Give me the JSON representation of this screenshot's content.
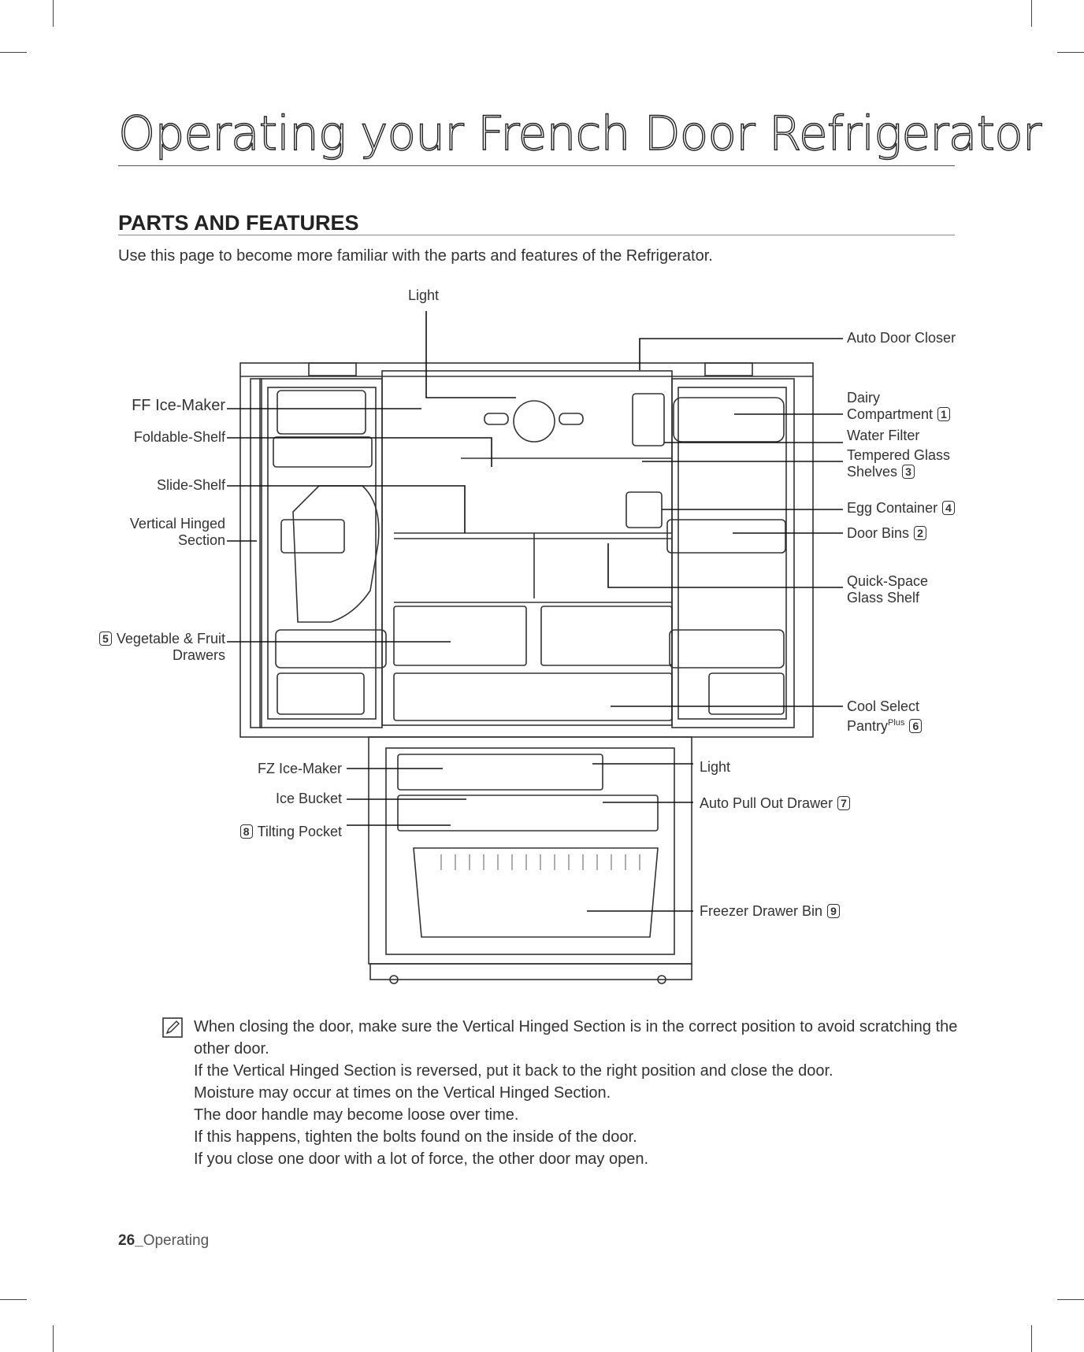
{
  "page": {
    "title": "Operating your French Door Refrigerator",
    "section_heading": "PARTS AND FEATURES",
    "intro": "Use this page to become more familiar with the parts and features of the Refrigerator.",
    "footer_page_number": "26_",
    "footer_section": "Operating"
  },
  "labels": {
    "light_top": "Light",
    "auto_door_closer": "Auto Door Closer",
    "ff_ice_maker": "FF Ice-Maker",
    "foldable_shelf": "Foldable-Shelf",
    "slide_shelf": "Slide-Shelf",
    "vertical_hinged_line1": "Vertical Hinged",
    "vertical_hinged_line2": "Section",
    "veg_fruit_line1": "Vegetable & Fruit",
    "veg_fruit_line2": "Drawers",
    "veg_fruit_badge": "5",
    "dairy_line1": "Dairy",
    "dairy_line2": "Compartment",
    "dairy_badge": "1",
    "water_filter": "Water Filter",
    "tempered_line1": "Tempered Glass",
    "tempered_line2": "Shelves",
    "tempered_badge": "3",
    "egg_container": "Egg Container",
    "egg_badge": "4",
    "door_bins": "Door Bins",
    "door_bins_badge": "2",
    "quick_space_line1": "Quick-Space",
    "quick_space_line2": "Glass Shelf",
    "cool_select_line1": "Cool Select",
    "cool_select_line2": "Pantry",
    "cool_select_sup": "Plus",
    "cool_select_badge": "6",
    "fz_ice_maker": "FZ Ice-Maker",
    "ice_bucket": "Ice Bucket",
    "tilting_pocket": "Tilting Pocket",
    "tilting_badge": "8",
    "light_freezer": "Light",
    "auto_pull_out": "Auto Pull Out Drawer",
    "auto_pull_badge": "7",
    "freezer_bin": "Freezer Drawer Bin",
    "freezer_bin_badge": "9"
  },
  "note": {
    "icon": "note-pencil-icon",
    "lines": [
      "When closing the door, make sure the Vertical Hinged Section is in the correct position to avoid scratching the other door.",
      "If the Vertical Hinged Section is reversed, put it back to the right position and close the door.",
      "Moisture may occur at times on the Vertical Hinged Section.",
      "The door handle may become loose over time.",
      "If this happens, tighten the bolts found on the inside of the door.",
      "If you close one door with a lot of force, the other door may open."
    ]
  }
}
